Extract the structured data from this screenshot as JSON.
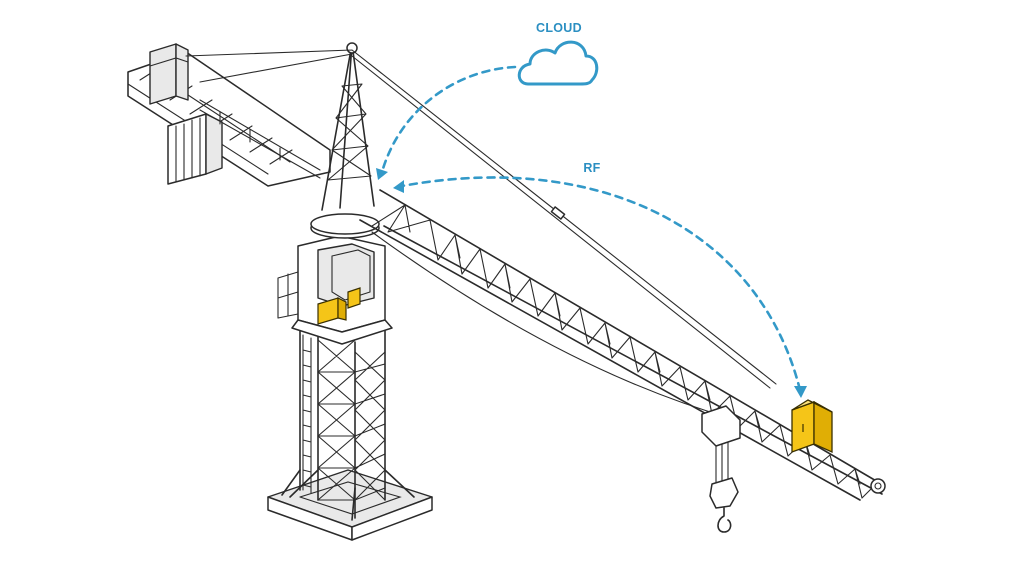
{
  "labels": {
    "cloud": "CLOUD",
    "rf": "RF"
  },
  "icons": {
    "cloud": "cloud-icon",
    "device": "device-box-icon",
    "crane": "tower-crane-illustration"
  },
  "colors": {
    "link": "#3399c8",
    "label": "#2b8fc2",
    "device": "#f5c518",
    "device_stroke": "#3a3000",
    "line": "#2b2b2b",
    "background": "#ffffff"
  }
}
